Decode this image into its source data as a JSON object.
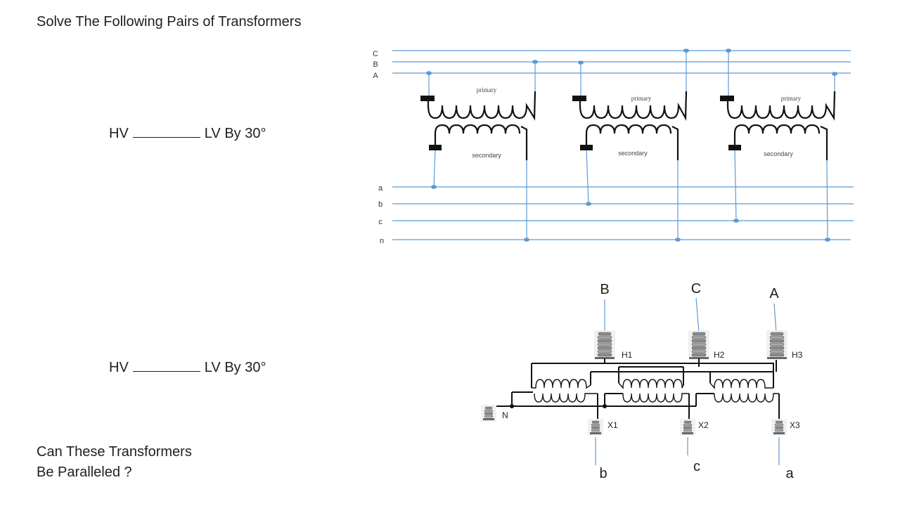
{
  "slide": {
    "title": "Solve The Following Pairs of Transformers",
    "question1": {
      "hv": "HV",
      "lv": "LV By 30°"
    },
    "question2": {
      "hv": "HV",
      "lv": "LV By 30°"
    },
    "question3": {
      "line1": "Can These Transformers",
      "line2": "Be Paralleled ?"
    }
  },
  "diagram_top": {
    "primary_buses": [
      "C",
      "B",
      "A"
    ],
    "secondary_buses": [
      "a",
      "b",
      "c",
      "n"
    ],
    "primary_label": "primary",
    "secondary_label": "secondary",
    "line_color": "#5b9bd5"
  },
  "diagram_bottom": {
    "hv_phase_labels": [
      "B",
      "C",
      "A"
    ],
    "hv_terminals": [
      "H1",
      "H2",
      "H3"
    ],
    "lv_terminals": [
      "X1",
      "X2",
      "X3"
    ],
    "neutral": "N",
    "lv_phase_labels": [
      "b",
      "c",
      "a"
    ]
  }
}
